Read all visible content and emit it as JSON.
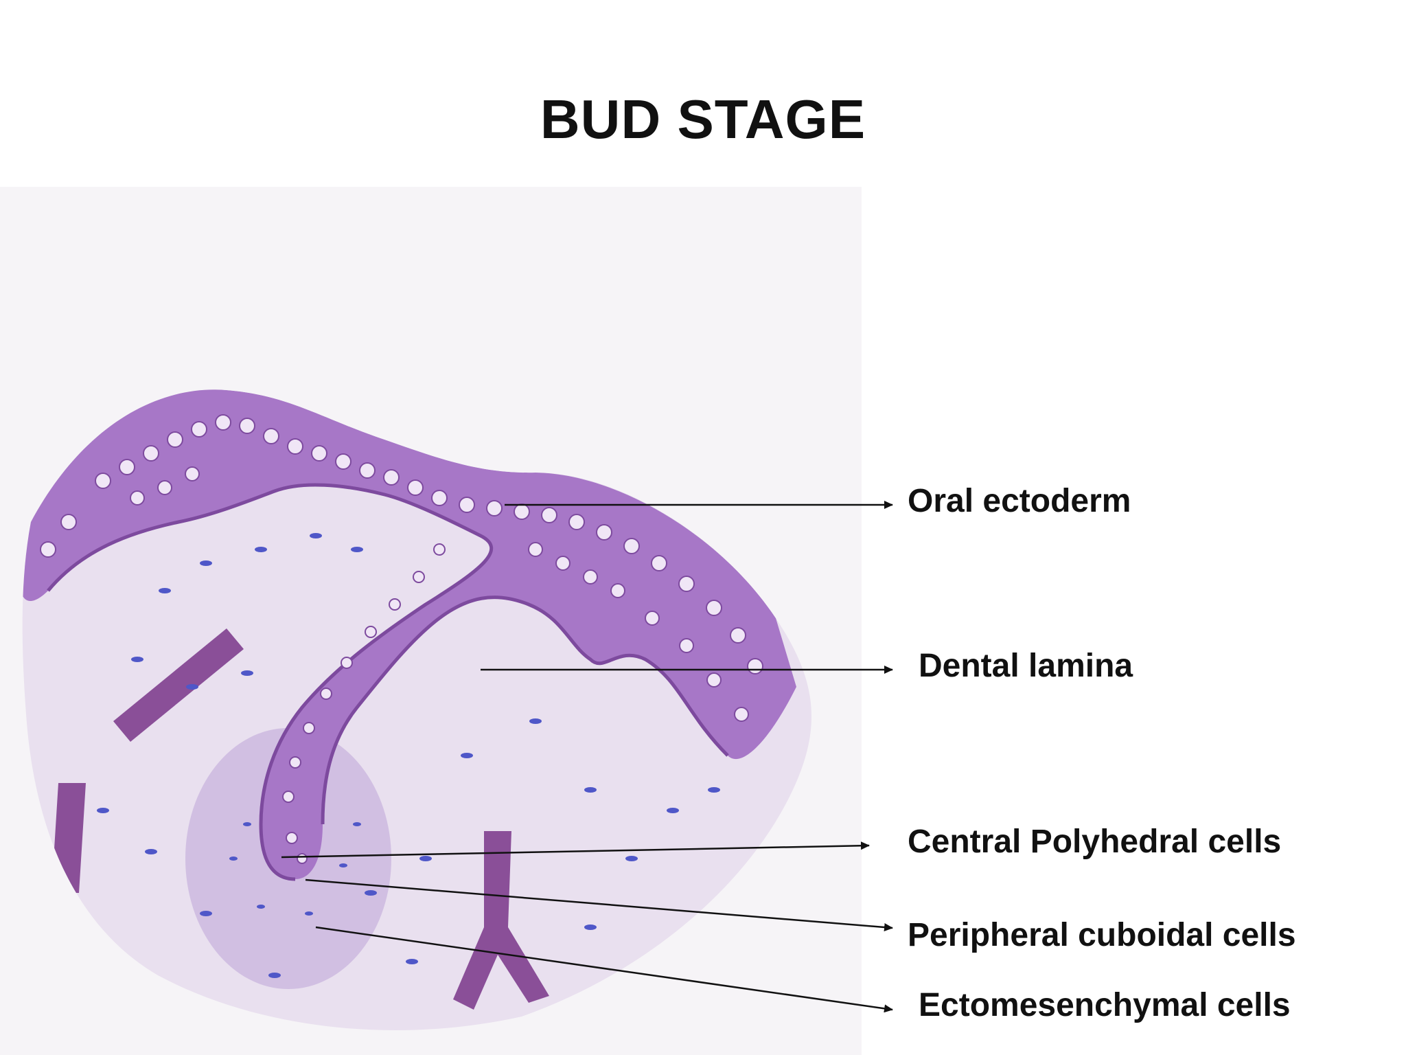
{
  "title": "BUD STAGE",
  "labels": {
    "oral_ectoderm": "Oral ectoderm",
    "dental_lamina": "Dental lamina",
    "central_polyhedral": "Central Polyhedral cells",
    "peripheral_cuboidal": "Peripheral cuboidal cells",
    "ectomesenchymal": "Ectomesenchymal cells"
  },
  "colors": {
    "background_panel": "#f6f4f7",
    "connective_tissue": "#e9e0ef",
    "ectomesenchyme_condensed": "#cdb8df",
    "epithelium": "#a777c7",
    "epithelium_dark": "#7d4a9e",
    "nuclei": "#4f57c8",
    "vessel": "#8a4f98",
    "arrow": "#111111"
  }
}
